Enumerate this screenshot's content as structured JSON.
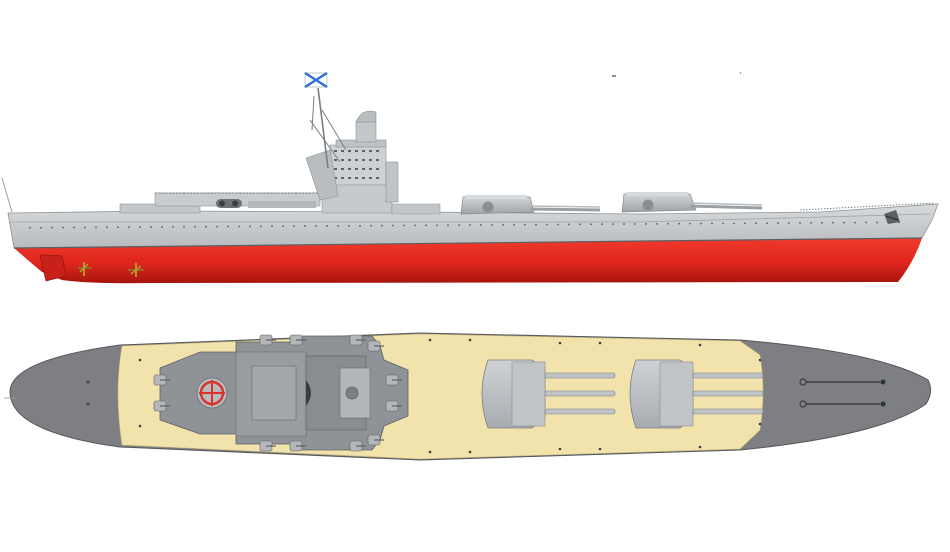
{
  "drawing": {
    "views": [
      "side-profile",
      "top-plan"
    ],
    "colors": {
      "background": "#ffffff",
      "hull_gray": "#c9ccce",
      "hull_gray_dark": "#a9aeb2",
      "hull_red": "#e0261c",
      "hull_red_dark": "#b81710",
      "deck_teak": "#f2e3ad",
      "deck_steel": "#7d7f82",
      "deck_steel_light": "#9a9da0",
      "turret_gray": "#b9bdc0",
      "flag_white": "#ffffff",
      "flag_blue": "#2f6fcf",
      "helipad_red": "#d9332b"
    },
    "icons": {
      "ensign": "st-andrews-flag-icon",
      "helipad": "helipad-icon",
      "anchor": "anchor-icon",
      "propeller": "propeller-icon"
    },
    "main_turrets": 2,
    "guns_per_turret": 3
  }
}
